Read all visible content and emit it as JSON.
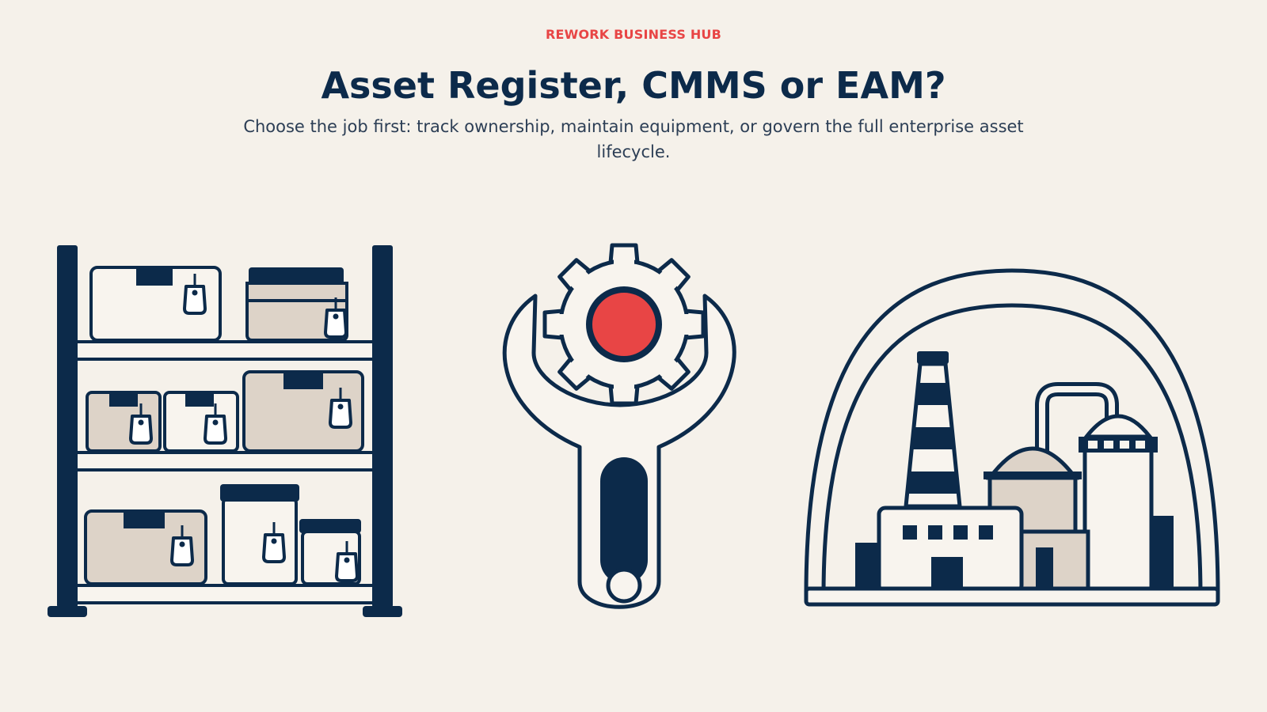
{
  "header": {
    "eyebrow": "REWORK BUSINESS HUB",
    "title": "Asset Register, CMMS or EAM?",
    "subtitle": "Choose the job first: track ownership, maintain equipment, or govern the full enterprise asset lifecycle."
  },
  "colors": {
    "background": "#f5f1ea",
    "accent": "#e84545",
    "navy": "#0c2a4a",
    "box_fill": "#ddd3c8",
    "light_fill": "#f8f4ee",
    "body_text": "#2c3e55"
  },
  "illustrations": {
    "left_icon": "storage-shelf-with-tagged-boxes-icon",
    "center_icon": "wrench-and-gear-icon",
    "right_icon": "factory-under-dome-icon"
  }
}
